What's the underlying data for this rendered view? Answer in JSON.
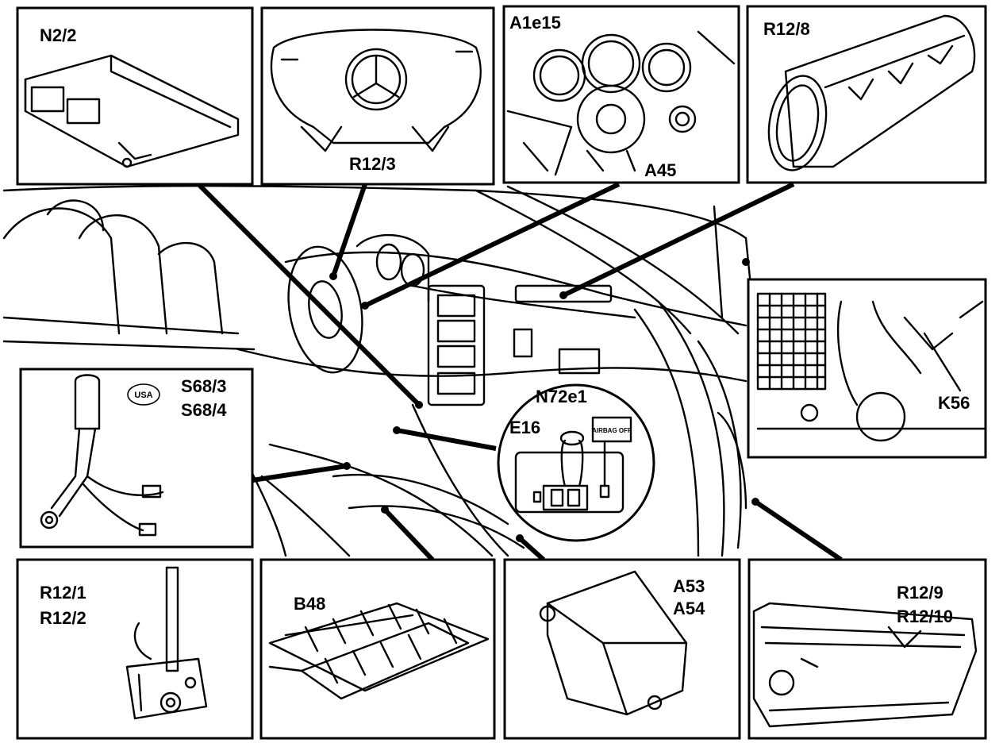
{
  "figure": {
    "panels": [
      {
        "id": "n2-2",
        "label": "N2/2"
      },
      {
        "id": "r12-3",
        "label": "R12/3"
      },
      {
        "id": "a1e15-a45",
        "labels": [
          "A1e15",
          "A45"
        ]
      },
      {
        "id": "r12-8",
        "label": "R12/8"
      },
      {
        "id": "s68",
        "labels": [
          "S68/3",
          "S68/4"
        ],
        "badge": "USA"
      },
      {
        "id": "k56",
        "label": "K56"
      },
      {
        "id": "n72e1-e16",
        "labels": [
          "N72e1",
          "E16"
        ],
        "switch_text": "AIRBAG OFF"
      },
      {
        "id": "r12-1-2",
        "labels": [
          "R12/1",
          "R12/2"
        ]
      },
      {
        "id": "b48",
        "label": "B48"
      },
      {
        "id": "a53-a54",
        "labels": [
          "A53",
          "A54"
        ]
      },
      {
        "id": "r12-9-10",
        "labels": [
          "R12/9",
          "R12/10"
        ]
      }
    ]
  }
}
